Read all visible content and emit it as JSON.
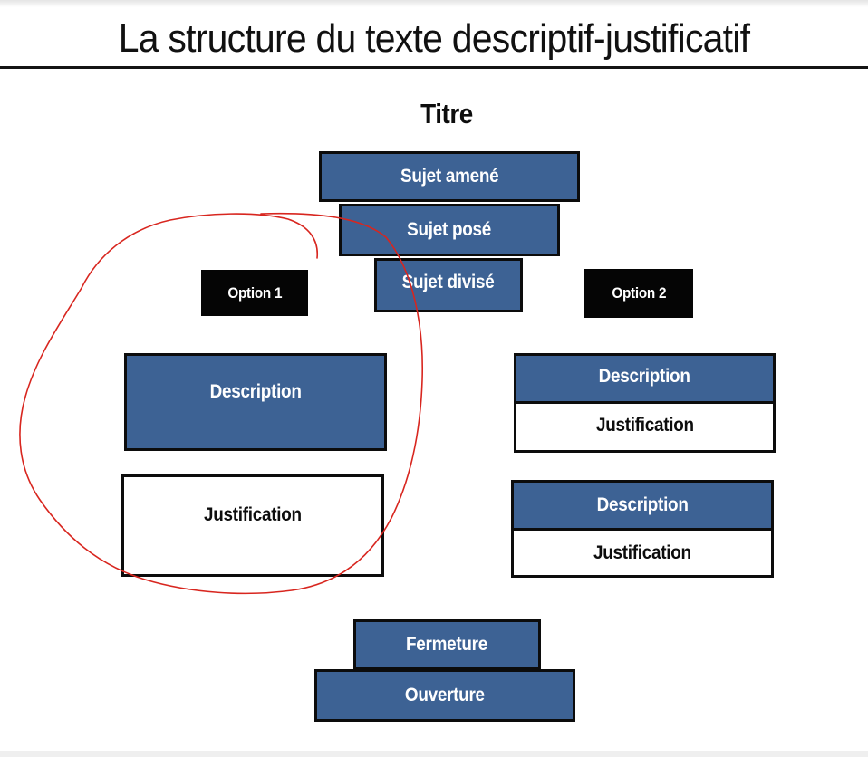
{
  "slide": {
    "title": "La structure du texte descriptif-justificatif"
  },
  "diagram": {
    "title": "Titre",
    "intro": {
      "sujet_amene": "Sujet amené",
      "sujet_pose": "Sujet posé",
      "sujet_divise": "Sujet divisé"
    },
    "option1": {
      "label": "Option 1",
      "description": "Description",
      "justification": "Justification"
    },
    "option2": {
      "label": "Option 2",
      "blocks": [
        {
          "description": "Description",
          "justification": "Justification"
        },
        {
          "description": "Description",
          "justification": "Justification"
        }
      ]
    },
    "conclusion": {
      "fermeture": "Fermeture",
      "ouverture": "Ouverture"
    }
  },
  "colors": {
    "box_blue": "#3d6294",
    "label_black": "#050505",
    "annotation_red": "#d8261f"
  }
}
